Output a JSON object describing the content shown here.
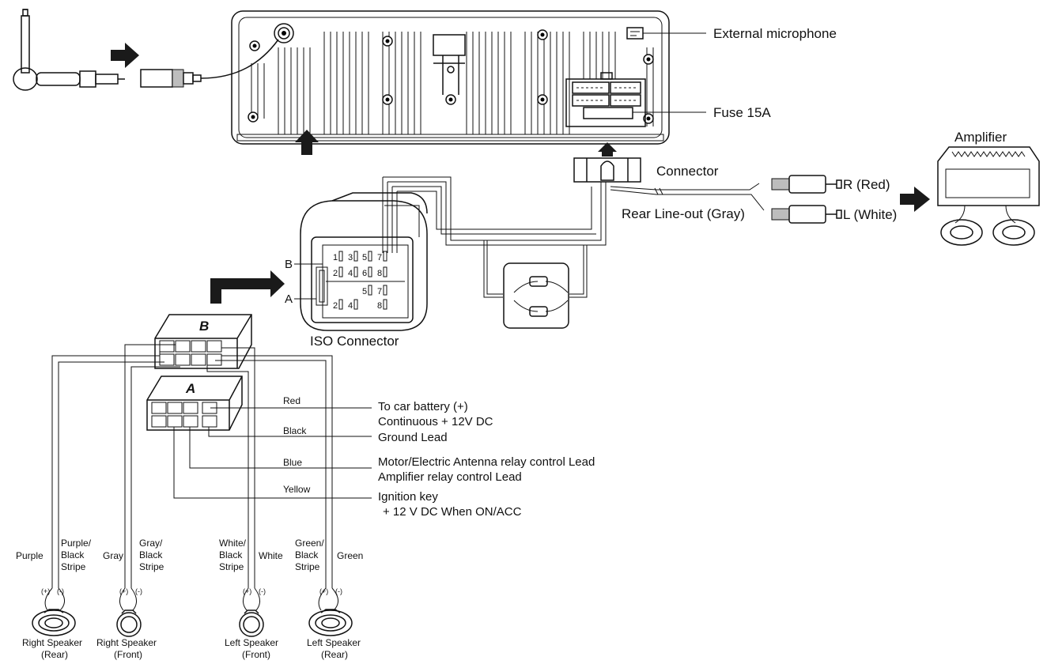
{
  "labels": {
    "external_microphone": "External microphone",
    "fuse": "Fuse 15A",
    "connector": "Connector",
    "amplifier": "Amplifier",
    "r_red": "R (Red)",
    "l_white": "L (White)",
    "rear_lineout": "Rear Line-out (Gray)",
    "iso_connector": "ISO Connector",
    "iso_b": "B",
    "iso_a": "A",
    "plug_b": "B",
    "plug_a": "A"
  },
  "iso_pins": {
    "row1": [
      "1",
      "3",
      "5",
      "7"
    ],
    "row2": [
      "2",
      "4",
      "6",
      "8"
    ],
    "row3": [
      "5",
      "7"
    ],
    "row4": [
      "2",
      "4",
      "8"
    ]
  },
  "wires": {
    "red": "Red",
    "black": "Black",
    "blue": "Blue",
    "yellow": "Yellow"
  },
  "descriptions": {
    "battery_line1": "To car battery (+)",
    "battery_line2": "Continuous  + 12V DC",
    "ground": "Ground Lead",
    "antenna_line1": "Motor/Electric Antenna relay control Lead",
    "antenna_line2": "Amplifier relay control Lead",
    "ignition_line1": "Ignition key",
    "ignition_line2": "+ 12 V DC When  ON/ACC"
  },
  "speaker_wires": [
    {
      "line1": "Purple",
      "line2": "",
      "line3": ""
    },
    {
      "line1": "Purple/",
      "line2": "Black",
      "line3": "Stripe"
    },
    {
      "line1": "Gray",
      "line2": "",
      "line3": ""
    },
    {
      "line1": "Gray/",
      "line2": "Black",
      "line3": "Stripe"
    },
    {
      "line1": "White/",
      "line2": "Black",
      "line3": "Stripe"
    },
    {
      "line1": "White",
      "line2": "",
      "line3": ""
    },
    {
      "line1": "Green/",
      "line2": "Black",
      "line3": "Stripe"
    },
    {
      "line1": "Green",
      "line2": "",
      "line3": ""
    }
  ],
  "polarity": {
    "plus": "(+)",
    "minus": "(-)"
  },
  "speakers": [
    {
      "line1": "Right Speaker",
      "line2": "(Rear)"
    },
    {
      "line1": "Right Speaker",
      "line2": "(Front)"
    },
    {
      "line1": "Left Speaker",
      "line2": "(Front)"
    },
    {
      "line1": "Left Speaker",
      "line2": "(Rear)"
    }
  ]
}
